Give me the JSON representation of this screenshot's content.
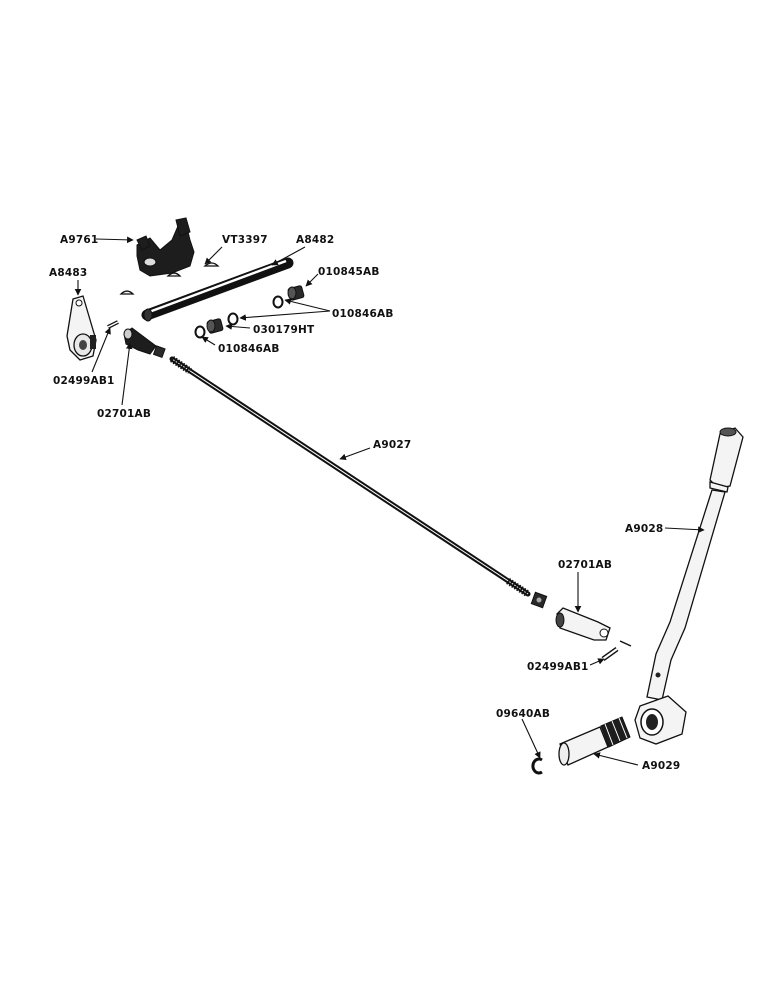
{
  "colors": {
    "ink": "#111111",
    "background": "#ffffff"
  },
  "labels": {
    "a9761": "A9761",
    "vt3397": "VT3397",
    "a8482": "A8482",
    "a8483": "A8483",
    "p010845ab": "010845AB",
    "p010846ab_upper": "010846AB",
    "p030179ht": "030179HT",
    "p010846ab_lower": "010846AB",
    "p02499ab1_left": "02499AB1",
    "p02701ab_left": "02701AB",
    "a9027": "A9027",
    "a9028": "A9028",
    "p02701ab_right": "02701AB",
    "p02499ab1_right": "02499AB1",
    "p09640ab": "09640AB",
    "a9029": "A9029"
  }
}
